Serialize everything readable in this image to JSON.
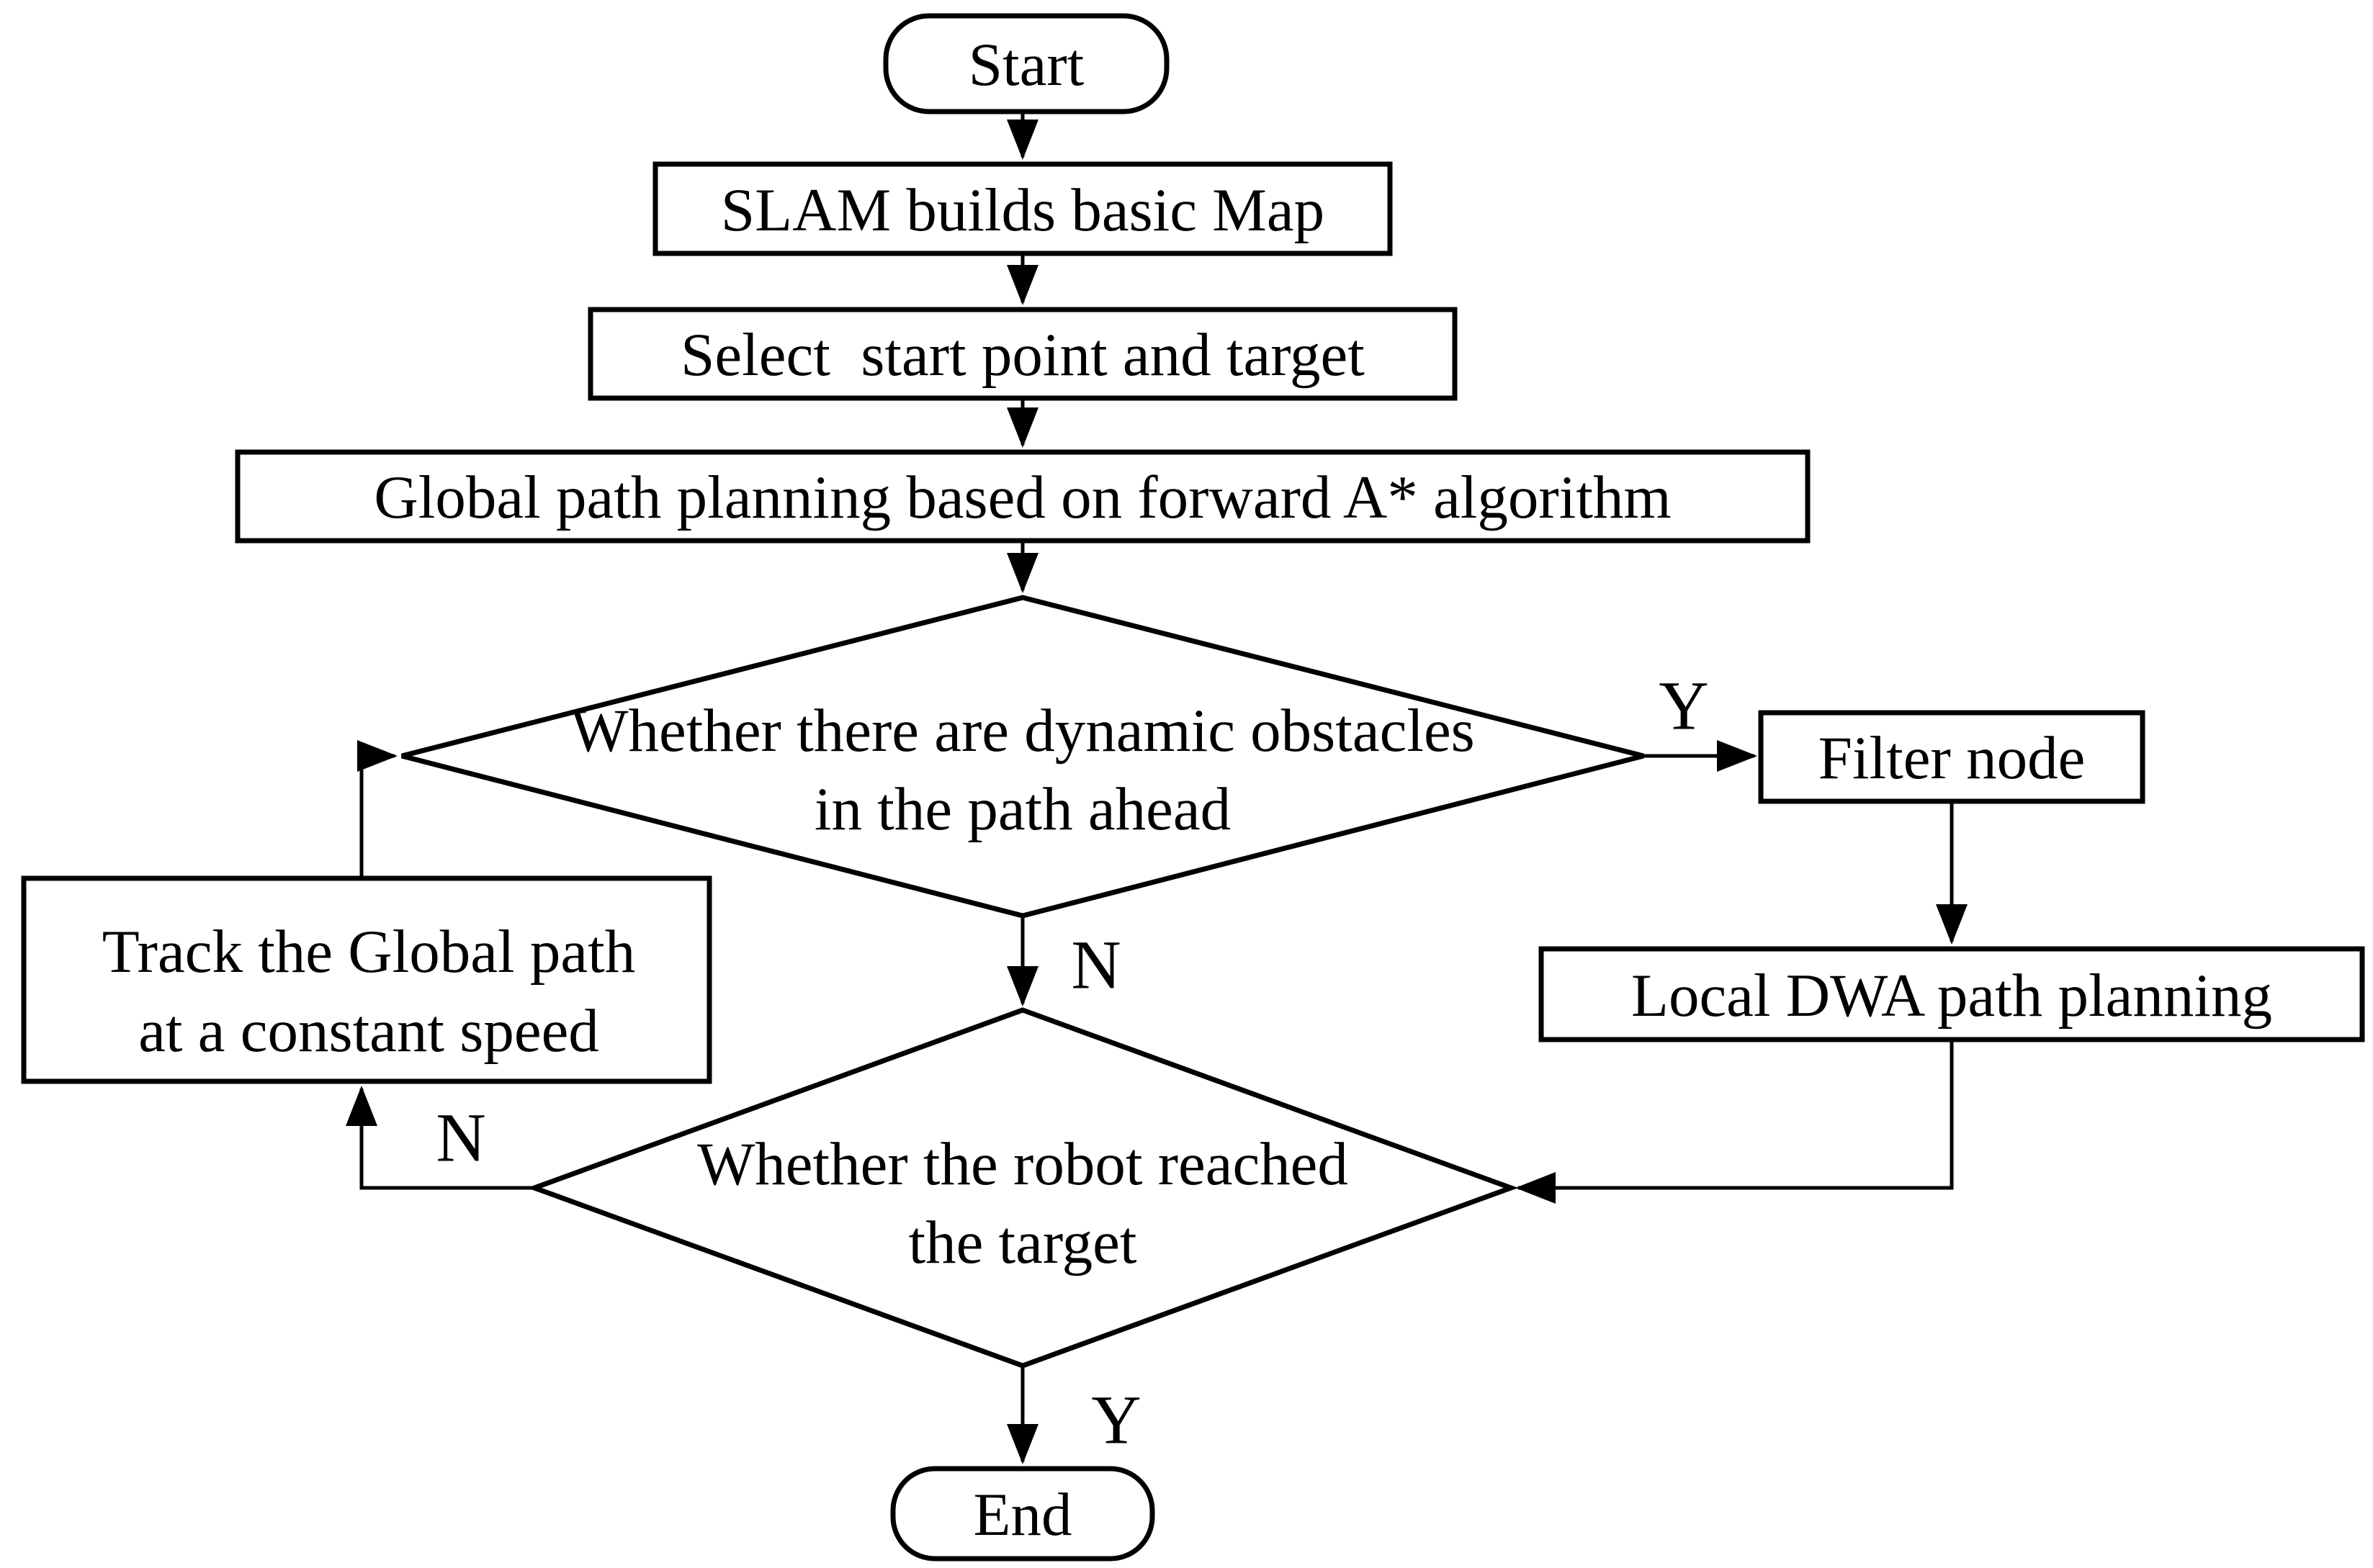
{
  "diagram": {
    "background_color": "#ffffff",
    "line_color": "#000000",
    "nodes": {
      "start": {
        "type": "terminator",
        "label": "Start"
      },
      "slam": {
        "type": "process",
        "label": "SLAM builds basic Map"
      },
      "select": {
        "type": "process",
        "label": "Select  start point and target"
      },
      "global_planning": {
        "type": "process",
        "label": "Global path planning based on forward A* algorithm"
      },
      "decision_obstacles": {
        "type": "decision",
        "line1": "Whether there are dynamic obstacles",
        "line2": "in the path ahead"
      },
      "filter_node": {
        "type": "process",
        "label": "Filter node"
      },
      "local_dwa": {
        "type": "process",
        "label": "Local DWA path planning"
      },
      "track_path": {
        "type": "process",
        "line1": "Track the Global path",
        "line2": "at a constant speed"
      },
      "decision_target": {
        "type": "decision",
        "line1": "Whether the robot reached",
        "line2": "the target"
      },
      "end": {
        "type": "terminator",
        "label": "End"
      }
    },
    "edge_labels": {
      "obstacles_yes": "Y",
      "obstacles_no": "N",
      "target_no": "N",
      "target_yes": "Y"
    }
  }
}
